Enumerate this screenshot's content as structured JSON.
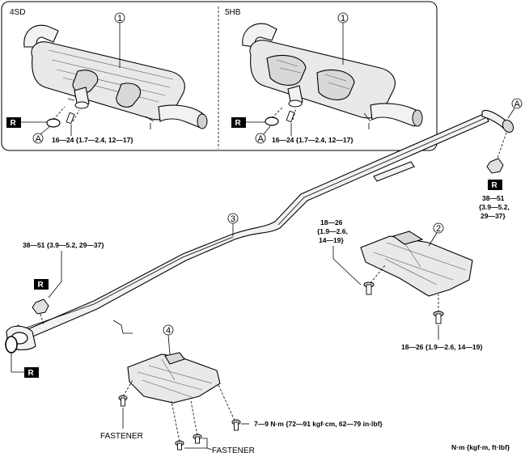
{
  "variants": {
    "left": "4SD",
    "right": "5HB"
  },
  "callouts": {
    "muffler_4sd": "1",
    "muffler_5hb": "1",
    "under_cover": "2",
    "middle_pipe": "3",
    "front_cover": "4"
  },
  "ref_marks": {
    "a1": "A",
    "a2": "A",
    "a3": "A"
  },
  "replace_mark": "R",
  "torques": {
    "muffler_4sd": "16—24 {1.7—2.4, 12—17}",
    "muffler_5hb": "16—24 {1.7—2.4, 12—17}",
    "front_nut": "38—51 {3.9—5.2, 29—37}",
    "rear_nut": [
      "38—51",
      "{3.9—5.2,",
      "29—37}"
    ],
    "under_cover_bolt_upper": [
      "18—26",
      "{1.9—2.6,",
      "14—19}"
    ],
    "under_cover_bolt_lower": "18—26 {1.9—2.6, 14—19}",
    "front_cover_bolt": "7—9 N·m {72—91 kgf·cm, 62—79 in·lbf}"
  },
  "fasteners": {
    "left": "FASTENER",
    "bottom": "FASTENER"
  },
  "unit_note": "N·m {kgf·m, ft·lbf}"
}
